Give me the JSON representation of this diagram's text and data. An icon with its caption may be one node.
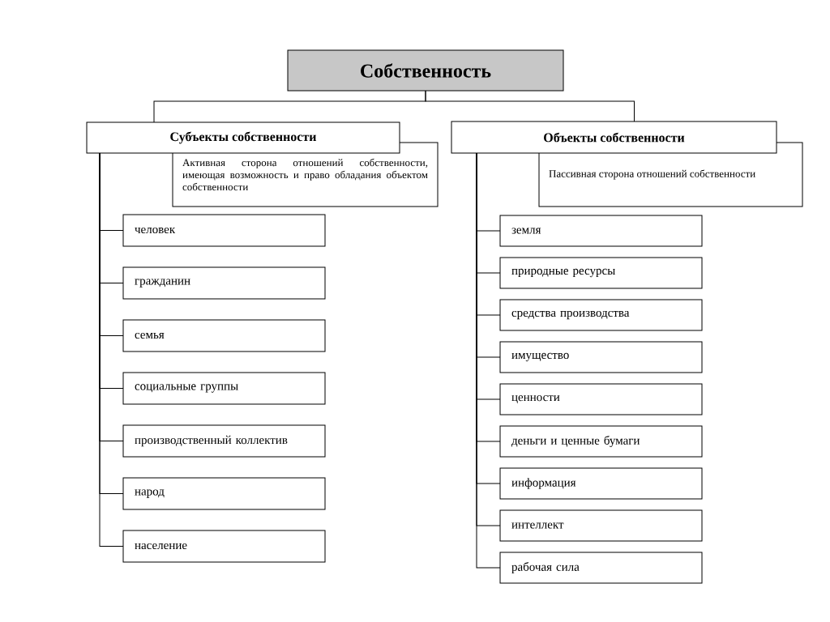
{
  "diagram": {
    "nodes": [
      {
        "text": [
          "Собственность"
        ]
      },
      {
        "text": [
          "Субъекты собственности"
        ]
      },
      {
        "text": [
          "Активная сторона отношений собственности, имеющая возможность и право обладания объектом собственности"
        ]
      },
      {
        "text": [
          "Объекты собственности"
        ]
      },
      {
        "text": [
          "Пассивная сторона отношений собственности"
        ]
      },
      {
        "text": [
          "человек"
        ]
      },
      {
        "text": [
          "гражданин"
        ]
      },
      {
        "text": [
          "семья"
        ]
      },
      {
        "text": [
          "социальные группы"
        ]
      },
      {
        "text": [
          "производственный коллектив"
        ]
      },
      {
        "text": [
          "народ"
        ]
      },
      {
        "text": [
          "население"
        ]
      },
      {
        "text": [
          "земля"
        ]
      },
      {
        "text": [
          "природные ресурсы"
        ]
      },
      {
        "text": [
          "средства производства"
        ]
      },
      {
        "text": [
          "имущество"
        ]
      },
      {
        "text": [
          "ценности"
        ]
      },
      {
        "text": [
          "деньги и ценные бумаги"
        ]
      },
      {
        "text": [
          "информация"
        ]
      },
      {
        "text": [
          "интеллект"
        ]
      },
      {
        "text": [
          "рабочая сила"
        ]
      }
    ],
    "edges": [
      {
        "from": 0,
        "to": 1,
        "arrow": "none"
      },
      {
        "from": 0,
        "to": 3,
        "arrow": "none"
      },
      {
        "from": 1,
        "to": 5,
        "arrow": "none"
      },
      {
        "from": 1,
        "to": 6,
        "arrow": "none"
      },
      {
        "from": 1,
        "to": 7,
        "arrow": "none"
      },
      {
        "from": 1,
        "to": 8,
        "arrow": "none"
      },
      {
        "from": 1,
        "to": 9,
        "arrow": "none"
      },
      {
        "from": 1,
        "to": 10,
        "arrow": "none"
      },
      {
        "from": 1,
        "to": 11,
        "arrow": "none"
      },
      {
        "from": 3,
        "to": 12,
        "arrow": "none"
      },
      {
        "from": 3,
        "to": 13,
        "arrow": "none"
      },
      {
        "from": 3,
        "to": 14,
        "arrow": "none"
      },
      {
        "from": 3,
        "to": 15,
        "arrow": "none"
      },
      {
        "from": 3,
        "to": 16,
        "arrow": "none"
      },
      {
        "from": 3,
        "to": 17,
        "arrow": "none"
      },
      {
        "from": 3,
        "to": 18,
        "arrow": "none"
      },
      {
        "from": 3,
        "to": 19,
        "arrow": "none"
      },
      {
        "from": 3,
        "to": 20,
        "arrow": "none"
      }
    ]
  }
}
